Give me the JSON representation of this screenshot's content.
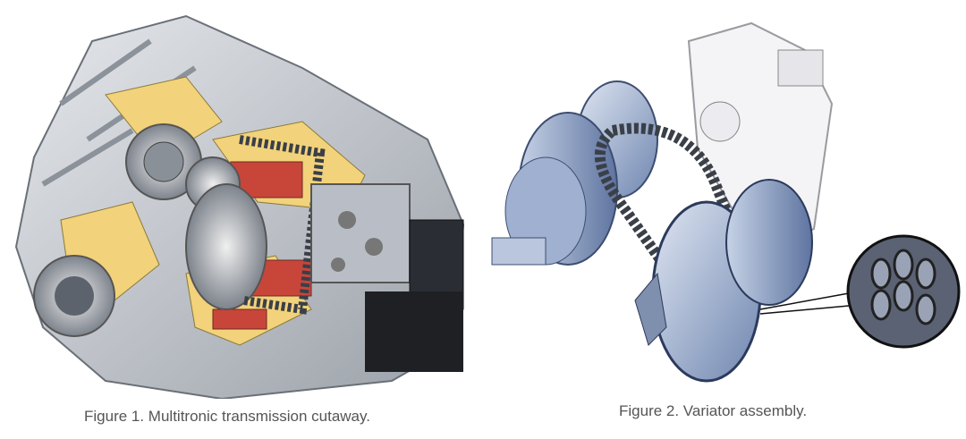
{
  "figures": [
    {
      "image": "multitronic-transmission-cutaway",
      "caption": "Figure 1. Multitronic transmission cutaway."
    },
    {
      "image": "variator-assembly",
      "caption": "Figure 2. Variator assembly."
    }
  ],
  "colors": {
    "caption_text": "#555555",
    "housing_silver": "#c9ccd2",
    "cutaway_yellow": "#f2d27a",
    "section_red": "#c8453a",
    "variator_blue": "#8aa0c8",
    "chain_dark": "#3a3f48"
  }
}
